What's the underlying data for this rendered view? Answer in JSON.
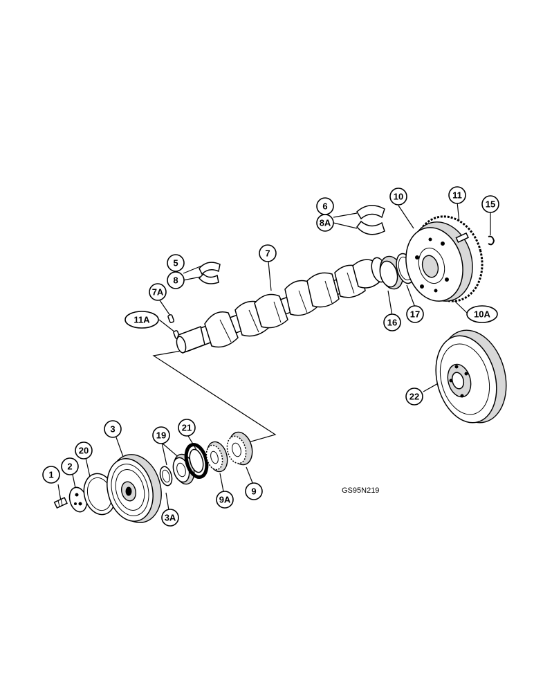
{
  "figure_code": "GS95N219",
  "callouts": {
    "c1": "1",
    "c2": "2",
    "c3": "3",
    "c3a": "3A",
    "c5": "5",
    "c6": "6",
    "c7": "7",
    "c7a": "7A",
    "c8": "8",
    "c8a": "8A",
    "c9": "9",
    "c9a": "9A",
    "c10": "10",
    "c10a": "10A",
    "c11": "11",
    "c11a": "11A",
    "c15": "15",
    "c16": "16",
    "c17": "17",
    "c19": "19",
    "c20": "20",
    "c21": "21",
    "c22": "22"
  },
  "parts": {
    "bolt": "bolt-icon",
    "washer": "plate-washer-icon",
    "gasket": "gasket-icon",
    "pulley": "pulley-icon",
    "crankshaft": "crankshaft-icon",
    "flywheel": "flywheel-icon",
    "damper": "damper-icon",
    "bearing": "bearing-shell-icon",
    "seal": "seal-ring-icon",
    "gear": "gear-icon"
  }
}
